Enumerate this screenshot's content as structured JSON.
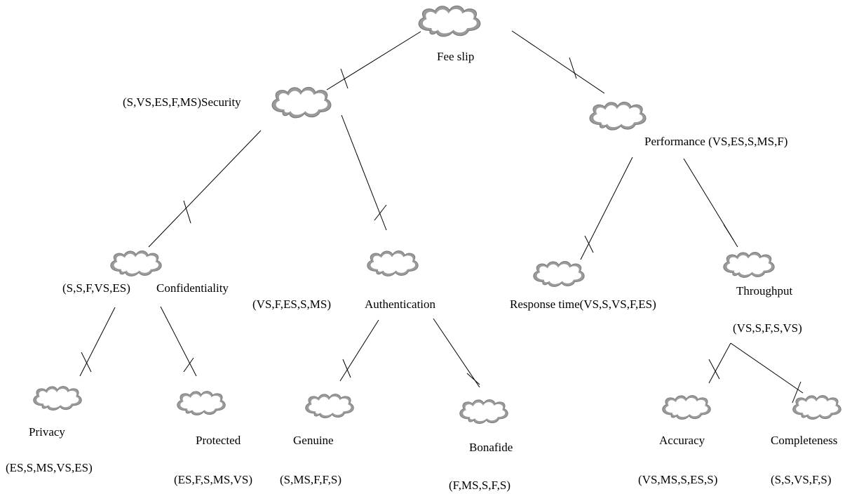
{
  "nodes": {
    "fee_slip": {
      "label": "Fee slip"
    },
    "security": {
      "label": "(S,VS,ES,F,MS)Security"
    },
    "performance": {
      "label": "Performance (VS,ES,S,MS,F)"
    },
    "confidentiality": {
      "label": "Confidentiality",
      "rating": "(S,S,F,VS,ES)"
    },
    "authentication": {
      "label": "Authentication",
      "rating": "(VS,F,ES,S,MS)"
    },
    "response_time": {
      "label": "Response time(VS,S,VS,F,ES)"
    },
    "throughput": {
      "label": "Throughput",
      "rating": "(VS,S,F,S,VS)"
    },
    "privacy": {
      "label": "Privacy",
      "rating": "(ES,S,MS,VS,ES)"
    },
    "protected": {
      "label": "Protected",
      "rating": "(ES,F,S,MS,VS)"
    },
    "genuine": {
      "label": "Genuine",
      "rating": "(S,MS,F,F,S)"
    },
    "bonafide": {
      "label": "Bonafide",
      "rating": "(F,MS,S,F,S)"
    },
    "accuracy": {
      "label": "Accuracy",
      "rating": "(VS,MS,S,ES,S)"
    },
    "completeness": {
      "label": "Completeness",
      "rating": "(S,S,VS,F,S)"
    }
  },
  "edges": [
    {
      "from": "fee_slip",
      "to": "security"
    },
    {
      "from": "fee_slip",
      "to": "performance"
    },
    {
      "from": "security",
      "to": "confidentiality"
    },
    {
      "from": "security",
      "to": "authentication"
    },
    {
      "from": "performance",
      "to": "response_time"
    },
    {
      "from": "performance",
      "to": "throughput"
    },
    {
      "from": "confidentiality",
      "to": "privacy"
    },
    {
      "from": "confidentiality",
      "to": "protected"
    },
    {
      "from": "authentication",
      "to": "genuine"
    },
    {
      "from": "authentication",
      "to": "bonafide"
    },
    {
      "from": "throughput",
      "to": "accuracy"
    },
    {
      "from": "throughput",
      "to": "completeness"
    }
  ]
}
